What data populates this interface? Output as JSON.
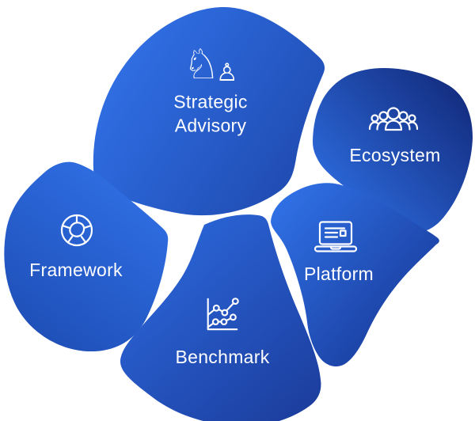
{
  "diagram": {
    "background": "#FFFFFF",
    "items": [
      {
        "id": "strategic-advisory",
        "label_lines": [
          "Strategic",
          "Advisory"
        ],
        "icon": "chess-knight-pawn-icon",
        "glyphs": {
          "knight": "♘",
          "pawn": "♙"
        }
      },
      {
        "id": "ecosystem",
        "label": "Ecosystem",
        "icon": "people-group-icon"
      },
      {
        "id": "framework",
        "label": "Framework",
        "icon": "segmented-wheel-icon"
      },
      {
        "id": "platform",
        "label": "Platform",
        "icon": "laptop-icon"
      },
      {
        "id": "benchmark",
        "label": "Benchmark",
        "icon": "line-chart-icon"
      }
    ],
    "colors": {
      "bright_blue": "#2F70E6",
      "mid_blue": "#2456C4",
      "dark_blue": "#1E49AE",
      "navy": "#12297A",
      "icon_and_text": "#FFFFFF"
    }
  }
}
